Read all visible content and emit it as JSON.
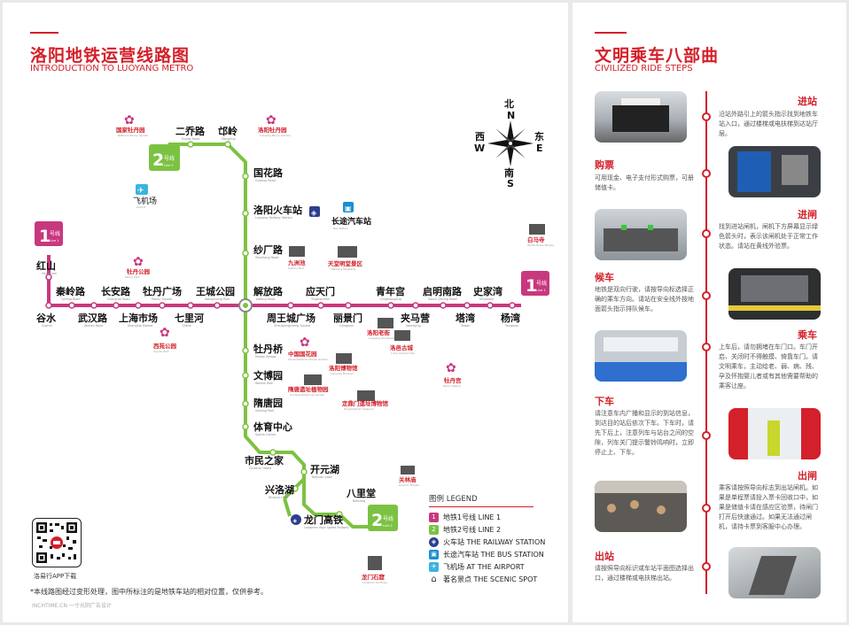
{
  "left": {
    "title": "洛阳地铁运营线路图",
    "subtitle": "INTRODUCTION TO LUOYANG METRO",
    "note": "*本线路图经过变形处理，图中所标注的是地铁车站的相对位置，仅供参考。",
    "footer": "INCHTIME.CN 一寸光阴广告设计",
    "qr_label": "洛易行APP下载"
  },
  "compass": {
    "north": "北",
    "n": "N",
    "south": "南",
    "s": "S",
    "east": "东",
    "e": "E",
    "west": "西",
    "w": "W"
  },
  "lines": [
    {
      "id": "1",
      "label": "号线",
      "en": "Line 1",
      "color": "#c8387e"
    },
    {
      "id": "2",
      "label": "号线",
      "en": "Line 2",
      "color": "#7cc242"
    }
  ],
  "line1_stations": [
    {
      "name": "红山",
      "en": "Hongshan"
    },
    {
      "name": "谷水",
      "en": "Gushui"
    },
    {
      "name": "秦岭路",
      "en": "Qinling Road"
    },
    {
      "name": "武汉路",
      "en": "Wuhan Road"
    },
    {
      "name": "长安路",
      "en": "Chang'an Road"
    },
    {
      "name": "上海市场",
      "en": "Shanghai Market"
    },
    {
      "name": "牡丹广场",
      "en": "Peony Square"
    },
    {
      "name": "七里河",
      "en": "Qilihe"
    },
    {
      "name": "王城公园",
      "en": "Wangcheng Park"
    },
    {
      "name": "解放路",
      "en": "Jiefang Road"
    },
    {
      "name": "周王城广场",
      "en": "Zhouwangcheng Square"
    },
    {
      "name": "应天门",
      "en": "Yingtianmen"
    },
    {
      "name": "丽景门",
      "en": "Lijingmen"
    },
    {
      "name": "青年宫",
      "en": "Qingniangong"
    },
    {
      "name": "夹马营",
      "en": "Jiamaying"
    },
    {
      "name": "启明南路",
      "en": "South Qiming Road"
    },
    {
      "name": "塔湾",
      "en": "Tawan"
    },
    {
      "name": "史家湾",
      "en": "Shijiawan"
    },
    {
      "name": "杨湾",
      "en": "Yangwan"
    }
  ],
  "line2_stations": [
    {
      "name": "二乔路",
      "en": "Erqiao Road"
    },
    {
      "name": "邙岭",
      "en": "Mangling"
    },
    {
      "name": "国花路",
      "en": "Guohua Road"
    },
    {
      "name": "洛阳火车站",
      "en": "Luoyang Railway Station"
    },
    {
      "name": "纱厂路",
      "en": "Shachang Road"
    },
    {
      "name": "牡丹桥",
      "en": "Mudan Bridge"
    },
    {
      "name": "文博园",
      "en": "Wenbo Park"
    },
    {
      "name": "隋唐园",
      "en": "Suitang Park"
    },
    {
      "name": "体育中心",
      "en": "Sports Center"
    },
    {
      "name": "市民之家",
      "en": "Citizens' Home"
    },
    {
      "name": "开元湖",
      "en": "Kaiyuan Lake"
    },
    {
      "name": "兴洛湖",
      "en": "Xingluo Lake"
    },
    {
      "name": "八里堂",
      "en": "Balitang"
    },
    {
      "name": "龙门高铁",
      "en": "Longmen High Speed Railway"
    }
  ],
  "pois": [
    {
      "name": "国家牡丹园",
      "en": "National Peony Garden"
    },
    {
      "name": "洛阳牡丹园",
      "en": "Luoyang Peony Garden"
    },
    {
      "name": "飞机场",
      "en": "Airport"
    },
    {
      "name": "长途汽车站",
      "en": "Bus Station"
    },
    {
      "name": "牡丹公园",
      "en": "Peony Park"
    },
    {
      "name": "九洲池",
      "en": "Jiuzhou Pool"
    },
    {
      "name": "天堂明堂景区",
      "en": "Tiantang Mingtang"
    },
    {
      "name": "白马寺",
      "en": "White Horse Temple"
    },
    {
      "name": "西苑公园",
      "en": "Xiyuan Park"
    },
    {
      "name": "中国国花园",
      "en": "China National Flower Garden"
    },
    {
      "name": "洛阳老街",
      "en": "Luoyang Old Street"
    },
    {
      "name": "洛邑古城",
      "en": "Luoyi Ancient City"
    },
    {
      "name": "洛阳博物馆",
      "en": "Luoyang Museum"
    },
    {
      "name": "牡丹宫",
      "en": "Peony Palace"
    },
    {
      "name": "隋唐遗址植物园",
      "en": "Sui-Tang Botanical Garden"
    },
    {
      "name": "定鼎门遗址博物馆",
      "en": "Dingdingmen Museum"
    },
    {
      "name": "关林庙",
      "en": "Guanlin Temple"
    },
    {
      "name": "龙门石窟",
      "en": "Longmen Grottoes"
    }
  ],
  "legend": {
    "title": "图例 LEGEND",
    "items": [
      {
        "icon": "1",
        "text": "地铁1号线 LINE 1",
        "color": "#c8387e"
      },
      {
        "icon": "2",
        "text": "地铁2号线 LINE 2",
        "color": "#7cc242"
      },
      {
        "icon": "train-icon",
        "text": "火车站 THE RAILWAY STATION",
        "color": "#2c3e8f"
      },
      {
        "icon": "bus-icon",
        "text": "长途汽车站 THE BUS STATION",
        "color": "#1a8fd1"
      },
      {
        "icon": "plane-icon",
        "text": "飞机场 AT THE AIRPORT",
        "color": "#3bb3e0"
      },
      {
        "icon": "scenic-icon",
        "text": "著名景点 THE SCENIC SPOT",
        "color": "#333333"
      }
    ]
  },
  "right": {
    "title": "文明乘车八部曲",
    "subtitle": "CIVILIZED RIDE STEPS",
    "steps": [
      {
        "heading": "进站",
        "text": "沿站外路引上的箭头指示找到地铁车站入口，通过楼梯或电扶梯到达站厅层。"
      },
      {
        "heading": "购票",
        "text": "可用现金、电子支付形式购票，可册储值卡。"
      },
      {
        "heading": "进闸",
        "text": "找到进站闸机，闸机下方屏幕显示绿色箭头时，表示该闸机处于正常工作状态。请站在黄线外验票。"
      },
      {
        "heading": "候车",
        "text": "地铁是双向行驶，请按导向标选择正确的乘车方向。请站在安全线外按地面箭头指示排队候车。"
      },
      {
        "heading": "乘车",
        "text": "上车后，请勿拥堵在车门口。车门开启、关闭时不得触摸、倚靠车门。请文明乘车，主动给老、弱、病、残、孕及怀抱婴儿者或有其他需要帮助的乘客让座。"
      },
      {
        "heading": "下车",
        "text": "请注意车内广播和显示的到站信息，到达目的站后依次下车。下车时，请先下后上，注意列车与站台之间的空隙，列车关门提示警铃鸣响时，立即停止上、下车。"
      },
      {
        "heading": "出闸",
        "text": "乘客请按照导向标志到出站闸机。如果是单程票请投入票卡回收口中，如果是储值卡请在感应区验票，待闸门打开后快速通过。如果无法通过闸机，请持卡票到客服中心办理。"
      },
      {
        "heading": "出站",
        "text": "请按照导向标识或车站平面图选择出口，通过楼梯或电扶梯出站。"
      }
    ]
  }
}
